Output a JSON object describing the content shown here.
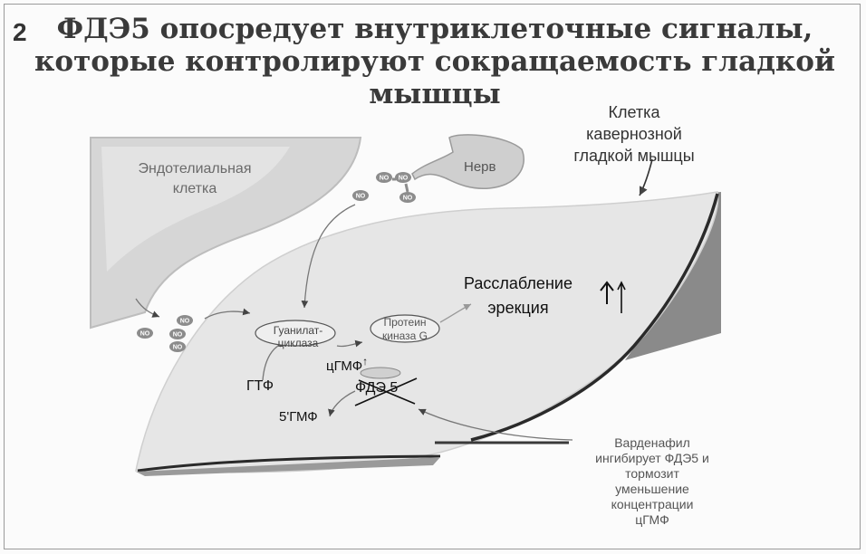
{
  "slide_number": "2",
  "title": {
    "line1": "ФДЭ5 опосредует внутриклеточные сигналы,",
    "line2": "которые контролируют сокращаемость гладкой",
    "line3": "мышцы"
  },
  "labels": {
    "smooth_muscle_cell": [
      "Клетка",
      "кавернозной",
      "гладкой мышцы"
    ],
    "endothelial_cell": [
      "Эндотелиальная",
      "клетка"
    ],
    "nerve": "Нерв",
    "relaxation": [
      "Расслабление",
      "эрекция"
    ],
    "guanylate_cyclase": [
      "Гуанилат-",
      "циклаза"
    ],
    "protein_kinase_g": [
      "Протеин",
      "киназа G"
    ],
    "cgmp": "цГМФ",
    "gtp": "ГТФ",
    "pde5": "ФДЭ 5",
    "gmp5": "5'ГМФ",
    "vardenafil": [
      "Варденафил",
      "ингибирует ФДЭ5 и",
      "тормозит",
      "уменьшение",
      "концентрации",
      "цГМФ"
    ],
    "no_molecule": "NO",
    "cgmp_arrow": "↑",
    "relax_arrow": "↑"
  },
  "colors": {
    "cell_fill": "#e6e6e6",
    "endothelial_fill": "#d4d4d4",
    "edge_dark": "#2a2a2a",
    "no_fill": "#8c8c8c",
    "text": "#222222"
  },
  "icons": [
    "no-molecule-icon",
    "up-arrow-icon",
    "pointer-arrow-icon"
  ]
}
